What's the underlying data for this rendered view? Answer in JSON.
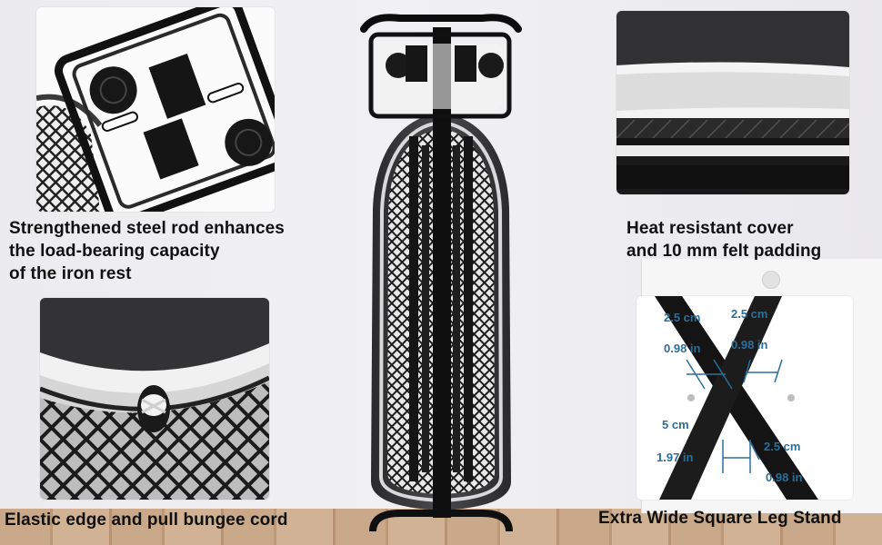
{
  "captions": {
    "top_left": [
      "Strengthened steel rod enhances",
      "the load-bearing capacity",
      "of the iron rest"
    ],
    "top_right": [
      "Heat resistant cover",
      "and 10 mm felt padding"
    ],
    "bottom_left": "Elastic edge and pull bungee cord",
    "bottom_right": "Extra Wide Square Leg Stand"
  },
  "dimensions": {
    "top_left_cm": "2.5 cm",
    "top_left_in": "0.98 in",
    "top_right_cm": "2.5 cm",
    "top_right_in": "0.98 in",
    "middle_cm": "5 cm",
    "middle_in": "1.97 in",
    "bottom_right_cm": "2.5 cm",
    "bottom_right_in": "0.98 in"
  },
  "colors": {
    "dimension_text": "#2a6f9a",
    "board_cover": "#3a3a3c",
    "frame": "#111111"
  }
}
